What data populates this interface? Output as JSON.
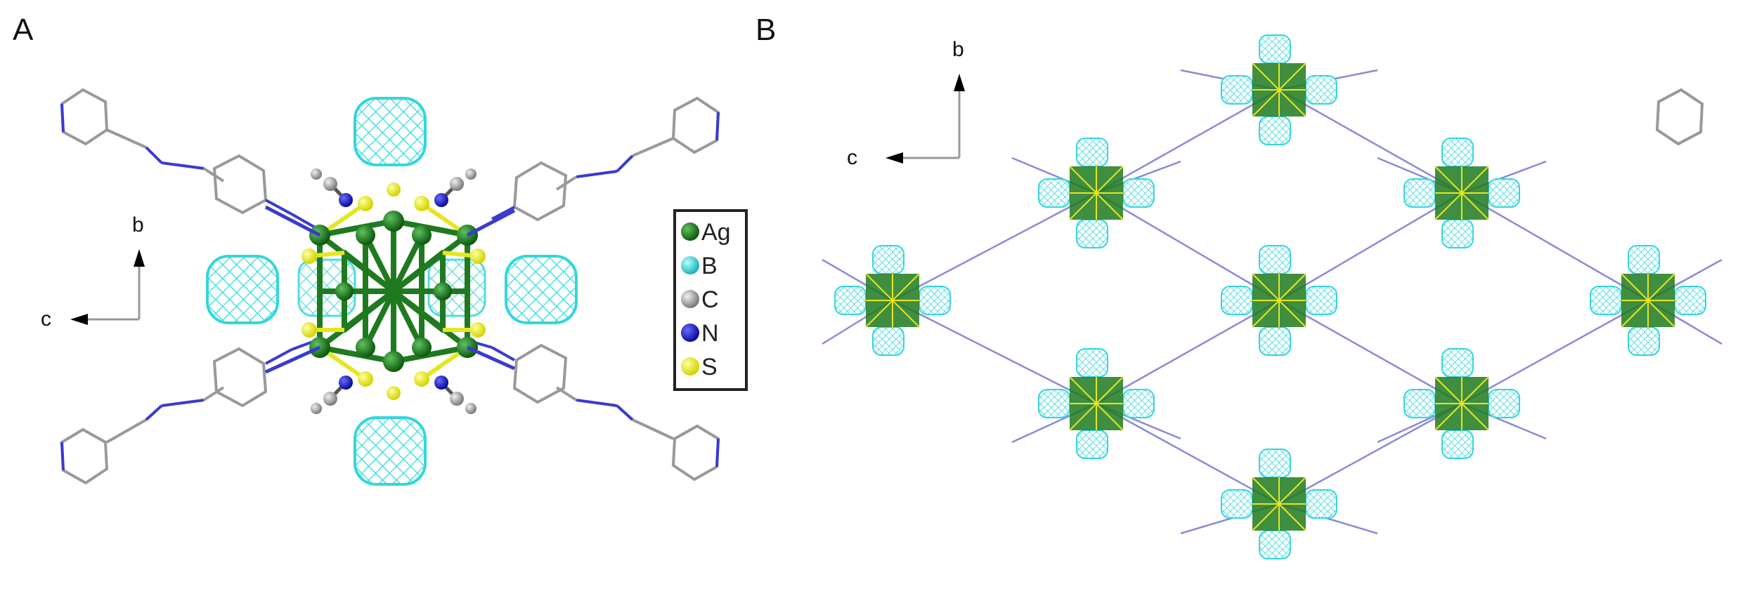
{
  "panels": [
    {
      "label": "A"
    },
    {
      "label": "B"
    }
  ],
  "axes": {
    "b_label": "b",
    "c_label": "c"
  },
  "legend": {
    "items": [
      {
        "symbol": "Ag",
        "color": "#1f7a1f"
      },
      {
        "symbol": "B",
        "color": "#33d6dc"
      },
      {
        "symbol": "C",
        "color": "#a6a6a6"
      },
      {
        "symbol": "N",
        "color": "#1a1acc"
      },
      {
        "symbol": "S",
        "color": "#f2f230"
      }
    ]
  },
  "colors": {
    "silver_cluster": "#1f7a1f",
    "silver_bond": "#2e8b2e",
    "boron_cage": "#33d6dc",
    "carbon": "#9a9a9a",
    "nitrogen": "#2222cc",
    "sulfur": "#f0f02a"
  }
}
